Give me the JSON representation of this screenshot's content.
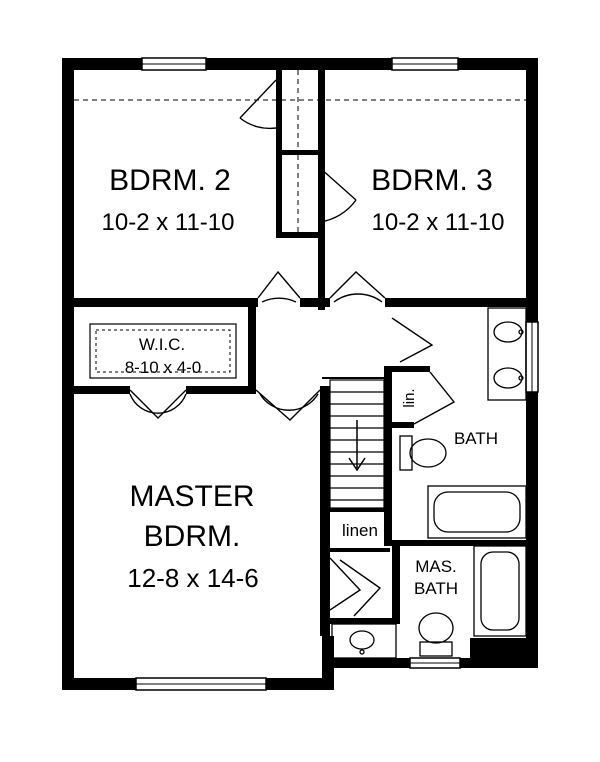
{
  "plan": {
    "rooms": {
      "bdrm2": {
        "name": "BDRM. 2",
        "dims": "10-2 x 11-10"
      },
      "bdrm3": {
        "name": "BDRM. 3",
        "dims": "10-2 x 11-10"
      },
      "wic": {
        "name": "W.I.C.",
        "dims": "8-10 x 4-0"
      },
      "master": {
        "name_line1": "MASTER",
        "name_line2": "BDRM.",
        "dims": "12-8 x 14-6"
      },
      "bath": {
        "name": "BATH"
      },
      "mas_bath": {
        "name_line1": "MAS.",
        "name_line2": "BATH"
      },
      "linen": {
        "name": "linen"
      },
      "lin": {
        "name": "lin."
      }
    },
    "colors": {
      "wall": "#000000",
      "fixture": "#000000",
      "background": "#ffffff"
    }
  }
}
